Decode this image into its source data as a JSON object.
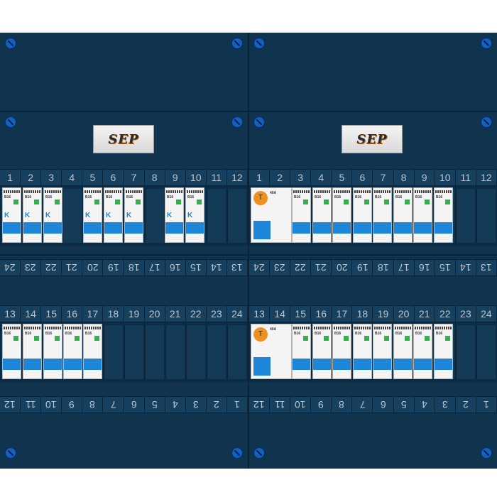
{
  "brand": {
    "logo_text": "SEP"
  },
  "rows": {
    "top_numbers_left": [
      "1",
      "2",
      "3",
      "4",
      "5",
      "6",
      "7",
      "8",
      "9",
      "10",
      "11",
      "12"
    ],
    "top_numbers_right": [
      "1",
      "2",
      "3",
      "4",
      "5",
      "6",
      "7",
      "8",
      "9",
      "10",
      "11",
      "12"
    ],
    "upper_bottom_left": [
      "24",
      "23",
      "22",
      "21",
      "20",
      "19",
      "18",
      "17",
      "16",
      "15",
      "14",
      "13"
    ],
    "upper_bottom_right": [
      "24",
      "23",
      "22",
      "21",
      "20",
      "19",
      "18",
      "17",
      "16",
      "15",
      "14",
      "13"
    ],
    "lower_top_left": [
      "13",
      "14",
      "15",
      "16",
      "17",
      "18",
      "19",
      "20",
      "21",
      "22",
      "23",
      "24"
    ],
    "lower_top_right": [
      "13",
      "14",
      "15",
      "16",
      "17",
      "18",
      "19",
      "20",
      "21",
      "22",
      "23",
      "24"
    ],
    "lower_bottom_left": [
      "12",
      "11",
      "10",
      "9",
      "8",
      "7",
      "6",
      "5",
      "4",
      "3",
      "2",
      "1"
    ],
    "lower_bottom_right": [
      "12",
      "11",
      "10",
      "9",
      "8",
      "7",
      "6",
      "5",
      "4",
      "3",
      "2",
      "1"
    ]
  },
  "devices": {
    "mcb_label": "B16",
    "mcb_brand": "K",
    "rcd_symbol": "T",
    "rcd_rating": "40A",
    "rcbo_rating": "40A"
  }
}
